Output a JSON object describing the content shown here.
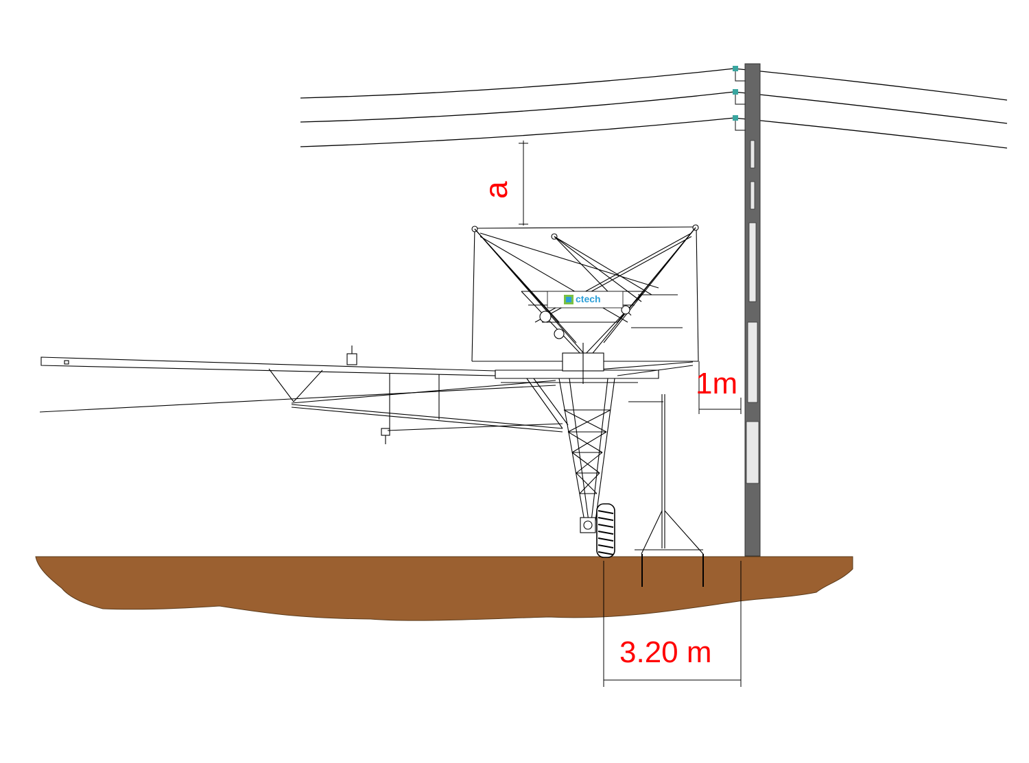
{
  "labels": {
    "clearance_top": "a",
    "clearance_side": "1m",
    "ground_distance": "3.20 m"
  },
  "logo": {
    "text": "ctech"
  },
  "colors": {
    "dimension_text": "#ff0000",
    "ground": "#9b6030",
    "pole": "#666666",
    "insulator": "#3aa6a0",
    "lines": "#000000"
  }
}
